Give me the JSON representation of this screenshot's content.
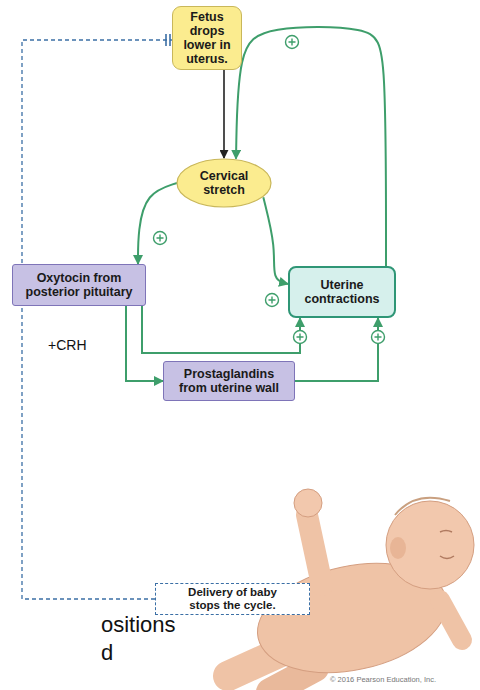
{
  "diagram": {
    "nodes": [
      {
        "text": [
          "Fetus drops lower in uterus."
        ]
      },
      {
        "text": [
          "Cervical stretch"
        ]
      },
      {
        "text": [
          "Oxytocin from posterior pituitary"
        ]
      },
      {
        "text": [
          "Uterine contractions"
        ]
      },
      {
        "text": [
          "Prostaglandins from uterine wall"
        ]
      },
      {
        "text": [
          "Delivery of baby stops the cycle."
        ]
      }
    ],
    "edges": [
      {
        "from": 0,
        "to": 1,
        "arrow": "to"
      },
      {
        "from": 1,
        "to": 2,
        "arrow": "to"
      },
      {
        "from": 1,
        "to": 3,
        "arrow": "to"
      },
      {
        "from": 3,
        "to": 1,
        "arrow": "to"
      },
      {
        "from": 2,
        "to": 3,
        "arrow": "to"
      },
      {
        "from": 2,
        "to": 4,
        "label": "+CRH",
        "arrow": "to"
      },
      {
        "from": 4,
        "to": 3,
        "arrow": "to"
      },
      {
        "from": 5,
        "to": 0,
        "arrow": "to"
      }
    ],
    "labels": [
      "ositions",
      "d",
      "© 2016 Pearson Education, Inc."
    ]
  }
}
